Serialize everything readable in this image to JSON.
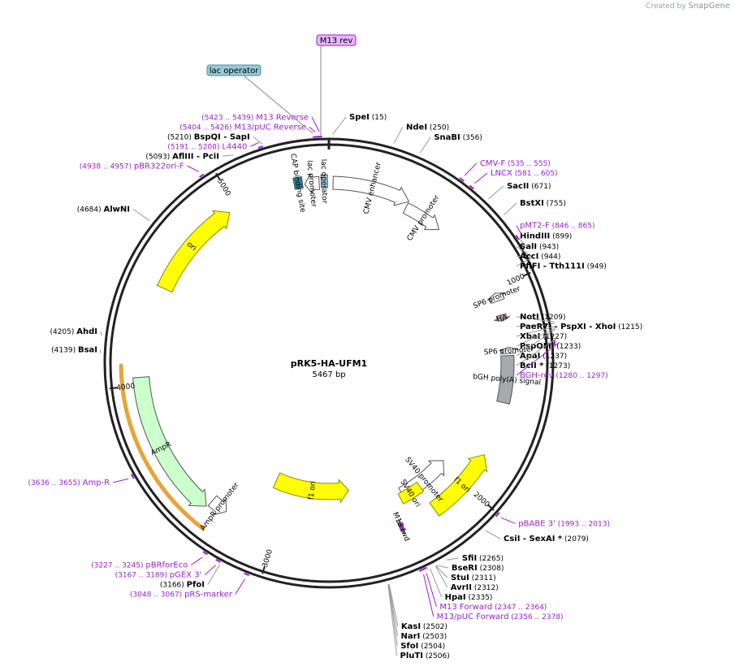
{
  "watermark": {
    "created_by": "Created by",
    "brand": "SnapGene"
  },
  "plasmid": {
    "name": "pRK5-HA-UFM1",
    "length_label": "5467 bp",
    "length": 5467
  },
  "colors": {
    "enzyme": "#000000",
    "primer": "#9b1fd1",
    "backbone": "#222222",
    "ori": "#ffff00",
    "ampr": "#cbffcb",
    "bgh": "#a7aaad",
    "lacop": "#9ac8d6",
    "cap": "#2b7f8f",
    "lacprom": "#ffffff",
    "sp6": "#e6b3d2",
    "hatag": "#c9a4b4",
    "amp_highlight": "#e8a33a"
  },
  "tick_labels": [
    "1000",
    "2000",
    "3000",
    "4000",
    "5000"
  ],
  "enzymes": [
    {
      "name": "SpeI",
      "pos": "(15)",
      "bp": 15
    },
    {
      "name": "NdeI",
      "pos": "(250)",
      "bp": 250
    },
    {
      "name": "SnaBI",
      "pos": "(356)",
      "bp": 356
    },
    {
      "name": "SacII",
      "pos": "(671)",
      "bp": 671
    },
    {
      "name": "BstXI",
      "pos": "(755)",
      "bp": 755
    },
    {
      "name": "HindIII",
      "pos": "(899)",
      "bp": 899
    },
    {
      "name": "SalI",
      "pos": "(943)",
      "bp": 943
    },
    {
      "name": "AccI",
      "pos": "(944)",
      "bp": 944
    },
    {
      "name": "PflFI  -  Tth111I",
      "pos": "(949)",
      "bp": 949
    },
    {
      "name": "NotI",
      "pos": "(1209)",
      "bp": 1209
    },
    {
      "name": "PaeR7I  -  PspXI  -  XhoI",
      "pos": "(1215)",
      "bp": 1215
    },
    {
      "name": "XbaI",
      "pos": "(1227)",
      "bp": 1227
    },
    {
      "name": "PspOMI",
      "pos": "(1233)",
      "bp": 1233
    },
    {
      "name": "ApaI",
      "pos": "(1237)",
      "bp": 1237
    },
    {
      "name": "BclI  *",
      "pos": "(1273)",
      "bp": 1273
    },
    {
      "name": "CsiI  -  SexAI  *",
      "pos": "(2079)",
      "bp": 2079
    },
    {
      "name": "SfiI",
      "pos": "(2265)",
      "bp": 2265
    },
    {
      "name": "BseRI",
      "pos": "(2308)",
      "bp": 2308
    },
    {
      "name": "StuI",
      "pos": "(2311)",
      "bp": 2311
    },
    {
      "name": "AvrII",
      "pos": "(2312)",
      "bp": 2312
    },
    {
      "name": "HpaI",
      "pos": "(2335)",
      "bp": 2335
    },
    {
      "name": "KasI",
      "pos": "(2502)",
      "bp": 2502
    },
    {
      "name": "NarI",
      "pos": "(2503)",
      "bp": 2503
    },
    {
      "name": "SfoI",
      "pos": "(2504)",
      "bp": 2504
    },
    {
      "name": "PluTI",
      "pos": "(2506)",
      "bp": 2506
    },
    {
      "name": "PfoI",
      "pos": "(3166)",
      "bp": 3166
    },
    {
      "name": "BsaI",
      "pos": "(4139)",
      "bp": 4139
    },
    {
      "name": "AhdI",
      "pos": "(4205)",
      "bp": 4205
    },
    {
      "name": "AlwNI",
      "pos": "(4684)",
      "bp": 4684
    },
    {
      "name": "AflIII  -  PciI",
      "pos": "(5093)",
      "bp": 5093
    },
    {
      "name": "BspQI  -  SapI",
      "pos": "(5210)",
      "bp": 5210
    }
  ],
  "primers": [
    {
      "name": "M13 Reverse",
      "range": "(5423 .. 5439)",
      "bp": 5431
    },
    {
      "name": "M13/pUC Reverse",
      "range": "(5404 .. 5426)",
      "bp": 5415
    },
    {
      "name": "L4440",
      "range": "(5191 .. 5208)",
      "bp": 5200
    },
    {
      "name": "pBR322ori-F",
      "range": "(4938 .. 4957)",
      "bp": 4948
    },
    {
      "name": "CMV-F",
      "range": "(535 .. 555)",
      "bp": 545
    },
    {
      "name": "LNCX",
      "range": "(581 .. 605)",
      "bp": 593
    },
    {
      "name": "pMT2-F",
      "range": "(846 .. 865)",
      "bp": 855
    },
    {
      "name": "BGH-rev",
      "range": "(1280 .. 1297)",
      "bp": 1288
    },
    {
      "name": "pBABE 3'",
      "range": "(1993 .. 2013)",
      "bp": 2003
    },
    {
      "name": "M13 Forward",
      "range": "(2347 .. 2364)",
      "bp": 2355
    },
    {
      "name": "M13/pUC Forward",
      "range": "(2356 .. 2378)",
      "bp": 2367
    },
    {
      "name": "pBRforEco",
      "range": "(3227 .. 3245)",
      "bp": 3236
    },
    {
      "name": "pGEX 3'",
      "range": "(3167 .. 3189)",
      "bp": 3178
    },
    {
      "name": "pRS-marker",
      "range": "(3048 .. 3067)",
      "bp": 3057
    },
    {
      "name": "Amp-R",
      "range": "(3636 .. 3655)",
      "bp": 3645
    }
  ],
  "features": [
    {
      "name": "ori",
      "start": 4470,
      "end": 4960,
      "dir": "cw",
      "kind": "ori"
    },
    {
      "name": "f1 ori",
      "start": 1830,
      "end": 2190,
      "dir": "ccw",
      "kind": "ori"
    },
    {
      "name": "f1 ori",
      "start": 2600,
      "end": 3100,
      "dir": "ccw",
      "kind": "ori"
    },
    {
      "name": "AmpR",
      "start": 3350,
      "end": 4035,
      "dir": "ccw",
      "kind": "ampr"
    },
    {
      "name": "AmpR promoter",
      "start": 3260,
      "end": 3345,
      "dir": "ccw",
      "kind": "promoter"
    },
    {
      "name": "CMV enhancer",
      "start": 20,
      "end": 400,
      "dir": "cw",
      "kind": "promoter"
    },
    {
      "name": "CMV promoter",
      "start": 400,
      "end": 600,
      "dir": "cw",
      "kind": "promoter"
    },
    {
      "name": "SP6 promoter",
      "start": 1020,
      "end": 1060,
      "dir": "ccw",
      "kind": "promoter"
    },
    {
      "name": "HA",
      "start": 1130,
      "end": 1160,
      "dir": "cw",
      "kind": "hatag"
    },
    {
      "name": "SP6 promoter",
      "start": 1290,
      "end": 1320,
      "dir": "ccw",
      "kind": "promoter"
    },
    {
      "name": "bGH poly(A) signal",
      "start": 1330,
      "end": 1560,
      "dir": "none",
      "kind": "bgh"
    },
    {
      "name": "SV40 promoter",
      "start": 1980,
      "end": 2290,
      "dir": "ccw",
      "kind": "promoter"
    },
    {
      "name": "SV40 ori",
      "start": 2180,
      "end": 2310,
      "dir": "none",
      "kind": "ori"
    },
    {
      "name": "M13 fwd",
      "start": 2360,
      "end": 2380,
      "dir": "ccw",
      "kind": "primerfeat"
    },
    {
      "name": "lac operator",
      "start": 5430,
      "end": 5460,
      "dir": "none",
      "kind": "lacop"
    },
    {
      "name": "lac promoter",
      "start": 5350,
      "end": 5420,
      "dir": "ccw",
      "kind": "promoter"
    },
    {
      "name": "CAP binding site",
      "start": 5300,
      "end": 5340,
      "dir": "none",
      "kind": "cap"
    }
  ],
  "top_labels": {
    "m13rev": "M13 rev",
    "lacop": "lac operator"
  }
}
